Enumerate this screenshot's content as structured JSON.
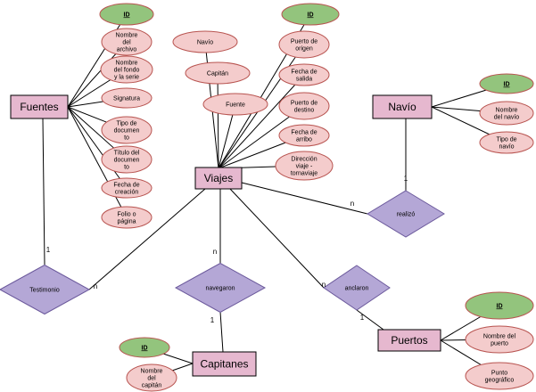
{
  "entities": {
    "fuentes": "Fuentes",
    "viajes": "Viajes",
    "navio": "Navío",
    "puertos": "Puertos",
    "capitanes": "Capitanes"
  },
  "relationships": {
    "testimonio": "Testimonio",
    "navegaron": "navegaron",
    "realizo": "realizó",
    "anclaron": "anclaron"
  },
  "attributes": {
    "fuentes": [
      "ID",
      "Nombre|del|archivo",
      "Nombre|del fondo|y la serie",
      "Signatura",
      "Tipo de|documen|to",
      "Título del|documen|to",
      "Fecha de|creación",
      "Folio o|página"
    ],
    "viajes": [
      "Navío",
      "Capitán",
      "Fuente",
      "ID",
      "Puerto de|origen",
      "Fecha de|salida",
      "Puerto de|destino",
      "Fecha de|arribo",
      "Dirección|viaje -|tornaviaje"
    ],
    "navio": [
      "ID",
      "Nombre|del navío",
      "Tipo de|navío"
    ],
    "puertos": [
      "ID",
      "Nombre del|puerto",
      "Punto|geográfico"
    ],
    "capitanes": [
      "ID",
      "Nombre|del|capitán"
    ]
  },
  "cardinalities": [
    "1",
    "n",
    "n",
    "1",
    "n",
    "1",
    "n",
    "1"
  ],
  "colors": {
    "entity_fill": "#e6b8cf",
    "relationship_fill": "#b4a7d6",
    "attribute_fill": "#f4cccc",
    "key_fill": "#93c47d",
    "line": "#000000"
  }
}
